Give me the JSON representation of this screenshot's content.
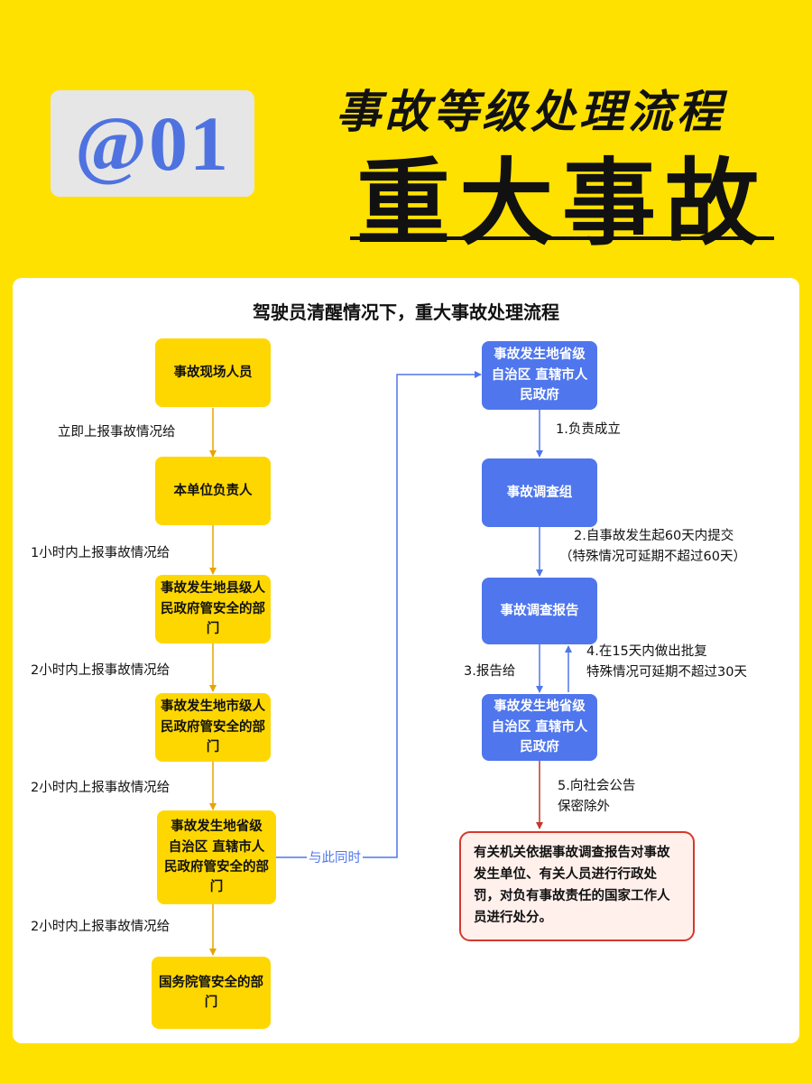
{
  "header": {
    "badge": "@01",
    "title_line1": "事故等级处理流程",
    "title_line2": "重大事故"
  },
  "subtitle": "驾驶员清醒情况下，重大事故处理流程",
  "left_chain": {
    "nodes": [
      "事故现场人员",
      "本单位负责人",
      "事故发生地县级人民政府管安全的部门",
      "事故发生地市级人民政府管安全的部门",
      "事故发生地省级 自治区 直辖市人民政府管安全的部门",
      "国务院管安全的部门"
    ],
    "edges": [
      "立即上报事故情况给",
      "1小时内上报事故情况给",
      "2小时内上报事故情况给",
      "2小时内上报事故情况给",
      "2小时内上报事故情况给"
    ]
  },
  "bridge_label": "与此同时",
  "right_chain": {
    "nodes": [
      "事故发生地省级 自治区 直辖市人民政府",
      "事故调查组",
      "事故调查报告",
      "事故发生地省级 自治区 直辖市人民政府"
    ],
    "edge1": "1.负责成立",
    "edge2_line1": "2.自事故发生起60天内提交",
    "edge2_line2": "（特殊情况可延期不超过60天）",
    "edge3": "3.报告给",
    "edge4_line1": "4.在15天内做出批复",
    "edge4_line2": "特殊情况可延期不超过30天",
    "edge5_line1": "5.向社会公告",
    "edge5_line2": "保密除外"
  },
  "result_box": "有关机关依据事故调查报告对事故发生单位、有关人员进行行政处罚，对负有事故责任的国家工作人员进行处分。",
  "colors": {
    "background": "#FFE100",
    "yellow_node": "#FFD700",
    "blue_node": "#4F76EC",
    "yellow_arrow": "#E6A400",
    "red_arrow": "#C0392B",
    "red_border": "#D33A2C"
  }
}
